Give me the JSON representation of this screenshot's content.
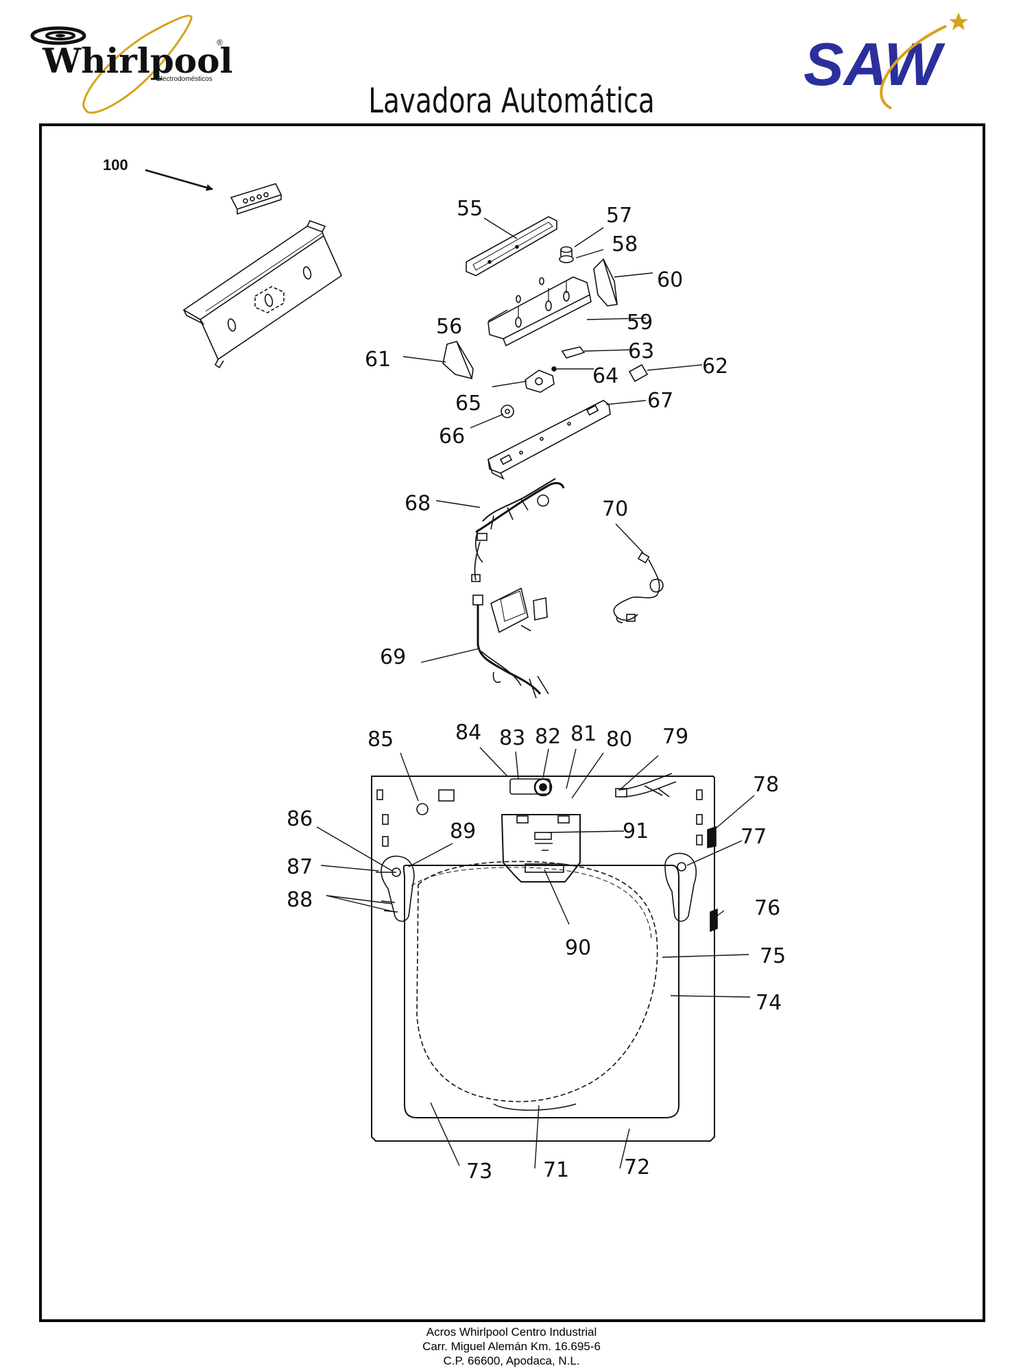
{
  "header": {
    "whirlpool_brand": "Whirlpool",
    "whirlpool_sub": "Electrodomésticos",
    "saw_brand": "SAW",
    "title": "Lavadora Automática"
  },
  "callouts": {
    "c100": "100",
    "c55": "55",
    "c56": "56",
    "c57": "57",
    "c58": "58",
    "c59": "59",
    "c60": "60",
    "c61": "61",
    "c62": "62",
    "c63": "63",
    "c64": "64",
    "c65": "65",
    "c66": "66",
    "c67": "67",
    "c68": "68",
    "c69": "69",
    "c70": "70",
    "c71": "71",
    "c72": "72",
    "c73": "73",
    "c74": "74",
    "c75": "75",
    "c76": "76",
    "c77": "77",
    "c78": "78",
    "c79": "79",
    "c80": "80",
    "c81": "81",
    "c82": "82",
    "c83": "83",
    "c84": "84",
    "c85": "85",
    "c86": "86",
    "c87": "87",
    "c88": "88",
    "c89": "89",
    "c90": "90",
    "c91": "91"
  },
  "footer": {
    "line1": "Acros Whirlpool Centro Industrial",
    "line2": "Carr. Miguel Alemán Km. 16.695-6",
    "line3": "C.P. 66600, Apodaca, N.L."
  },
  "colors": {
    "saw_blue": "#2b2f9c",
    "gold": "#d8a21c",
    "ink": "#111111"
  }
}
